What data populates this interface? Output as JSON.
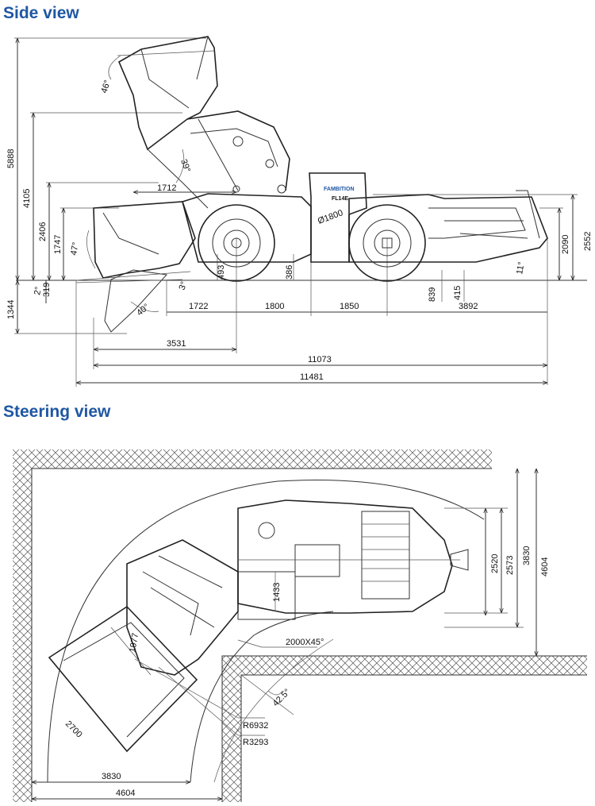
{
  "side_view": {
    "title": "Side view",
    "labels": {
      "model": "FL14E",
      "brand": "FAMBITION",
      "dia": "Ø1800",
      "a46": "46°",
      "a39": "39°",
      "a47": "47°",
      "a40": "40°",
      "a3": "3°",
      "a11": "11°",
      "a2": "2°"
    },
    "dims": {
      "d5888": "5888",
      "d4105": "4105",
      "d2406": "2406",
      "d1747": "1747",
      "d319": "319",
      "d1344": "1344",
      "d1712": "1712",
      "d493": "493",
      "d386": "386",
      "d839": "839",
      "d415": "415",
      "d2552": "2552",
      "d2090": "2090",
      "d1722": "1722",
      "d1800": "1800",
      "d1850": "1850",
      "d3892": "3892",
      "d3531": "3531",
      "d11073": "11073",
      "d11481": "11481"
    }
  },
  "steering_view": {
    "title": "Steering view",
    "dims": {
      "d2520": "2520",
      "d2573": "2573",
      "d3830r": "3830",
      "d4604r": "4604",
      "d1433": "1433",
      "d1977": "1977",
      "d2000x45": "2000X45°",
      "a42": "42.5°",
      "d2700": "2700",
      "r6932": "R6932",
      "r3293": "R3293",
      "d3830b": "3830",
      "d4604b": "4604"
    }
  }
}
